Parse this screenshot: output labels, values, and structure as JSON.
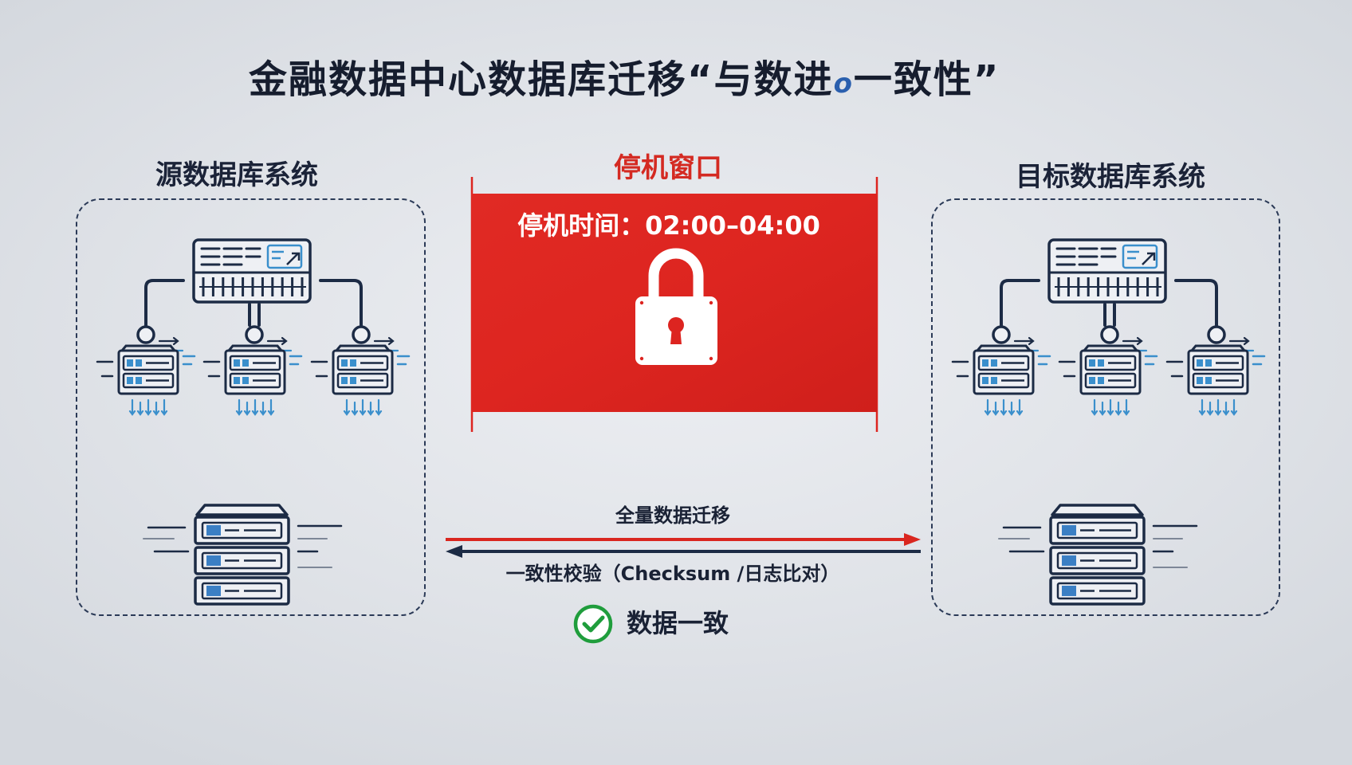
{
  "title": {
    "prefix": "金融数据中心数据库迁移“与数进",
    "glyph": "o",
    "suffix": "一致性”"
  },
  "source_system": {
    "label": "源数据库系统"
  },
  "target_system": {
    "label": "目标数据库系统"
  },
  "downtime_window": {
    "label": "停机窗口",
    "time_text": "停机时间：02:00–04:00"
  },
  "migration_flow": {
    "forward_label": "全量数据迁移",
    "backward_label": "一致性校验（Checksum /日志比对）"
  },
  "result": {
    "label": "数据一致"
  },
  "icons": {
    "lock": "lock-icon",
    "result": "check-circle-icon",
    "switch": "network-switch-icon",
    "node": "node-icon",
    "server": "server-icon",
    "rack": "server-rack-icon"
  },
  "colors": {
    "navy": "#1c2b45",
    "downtime_red": "#dd2520",
    "accent_blue": "#3a8fcc",
    "success_green": "#1f9d3c"
  }
}
